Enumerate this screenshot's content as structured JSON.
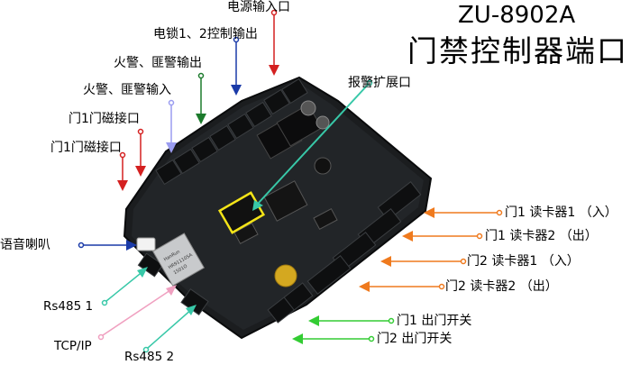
{
  "title": {
    "model": "ZU-8902A",
    "subtitle": "门禁控制器端口"
  },
  "labels": {
    "power_in": "电源输入口",
    "lock_out": "电锁1、2控制输出",
    "fire_out": "火警、匪警输出",
    "fire_in": "火警、匪警输入",
    "door1_mag_a": "门1门磁接口",
    "door1_mag_b": "门1门磁接口",
    "alarm_ext": "报警扩展口",
    "speaker": "语音喇叭",
    "rs485_1": "Rs485 1",
    "tcpip": "TCP/IP",
    "rs485_2": "Rs485 2",
    "reader_1_1": "门1 读卡器1 （入）",
    "reader_1_2": "门1 读卡器2 （出）",
    "reader_2_1": "门2 读卡器1 （入）",
    "reader_2_2": "门2 读卡器2 （出）",
    "door1_exit": "门1 出门开关",
    "door2_exit": "门2 出门开关"
  },
  "board_text": {
    "rj45_brand": "HanRun",
    "rj45_part": "HR911105A",
    "rj45_code": "1501O"
  },
  "colors": {
    "red": "#d42020",
    "orange": "#ef7a1e",
    "blue": "#1a3aa8",
    "green": "#1c7a2c",
    "lavender": "#9a9cf0",
    "teal": "#38c8a8",
    "pink": "#f0a0c0",
    "bright_green": "#33cc33",
    "pcb": "#1b1d1f",
    "highlight": "#f4e418"
  }
}
